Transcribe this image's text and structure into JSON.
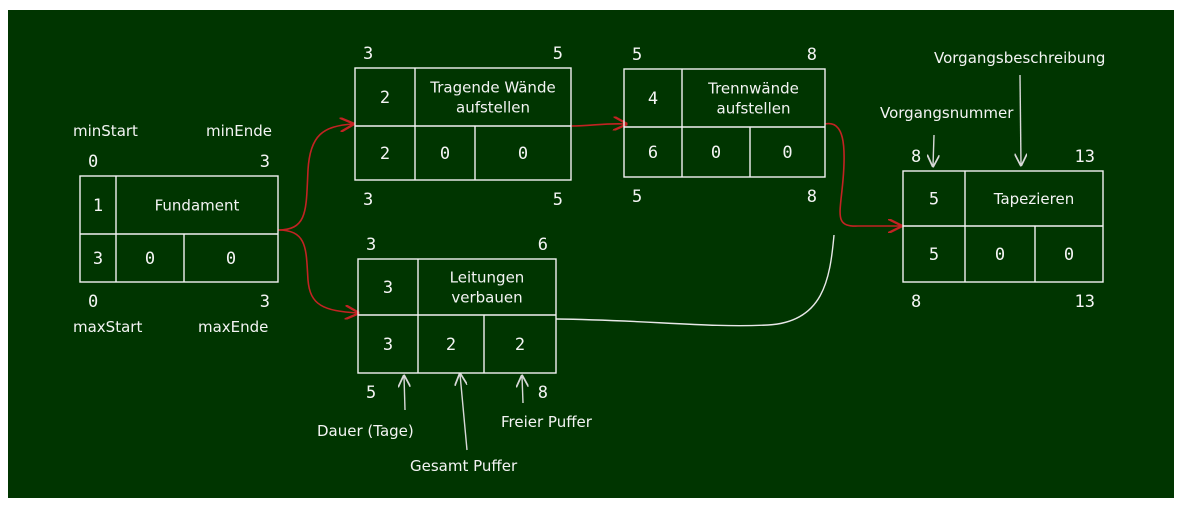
{
  "colors": {
    "board": "#003500",
    "ink": "#f2f2f2",
    "critical_path": "#c22323"
  },
  "legend": {
    "min_start": "minStart",
    "min_end": "minEnde",
    "max_start": "maxStart",
    "max_end": "maxEnde",
    "duration": "Dauer (Tage)",
    "total_float": "Gesamt Puffer",
    "free_float": "Freier Puffer",
    "task_number": "Vorgangsnummer",
    "task_description": "Vorgangsbeschreibung"
  },
  "tasks": [
    {
      "nr": "1",
      "name": [
        "Fundament"
      ],
      "duration": "3",
      "total_float": "0",
      "free_float": "0",
      "min_start": "0",
      "min_end": "3",
      "max_start": "0",
      "max_end": "3"
    },
    {
      "nr": "2",
      "name": [
        "Tragende Wände",
        "aufstellen"
      ],
      "duration": "2",
      "total_float": "0",
      "free_float": "0",
      "min_start": "3",
      "min_end": "5",
      "max_start": "3",
      "max_end": "5"
    },
    {
      "nr": "4",
      "name": [
        "Trennwände",
        "aufstellen"
      ],
      "duration": "6",
      "total_float": "0",
      "free_float": "0",
      "min_start": "5",
      "min_end": "8",
      "max_start": "5",
      "max_end": "8"
    },
    {
      "nr": "3",
      "name": [
        "Leitungen",
        "verbauen"
      ],
      "duration": "3",
      "total_float": "2",
      "free_float": "2",
      "min_start": "3",
      "min_end": "6",
      "max_start": "5",
      "max_end": "8"
    },
    {
      "nr": "5",
      "name": [
        "Tapezieren"
      ],
      "duration": "5",
      "total_float": "0",
      "free_float": "0",
      "min_start": "8",
      "min_end": "13",
      "max_start": "8",
      "max_end": "13"
    }
  ]
}
